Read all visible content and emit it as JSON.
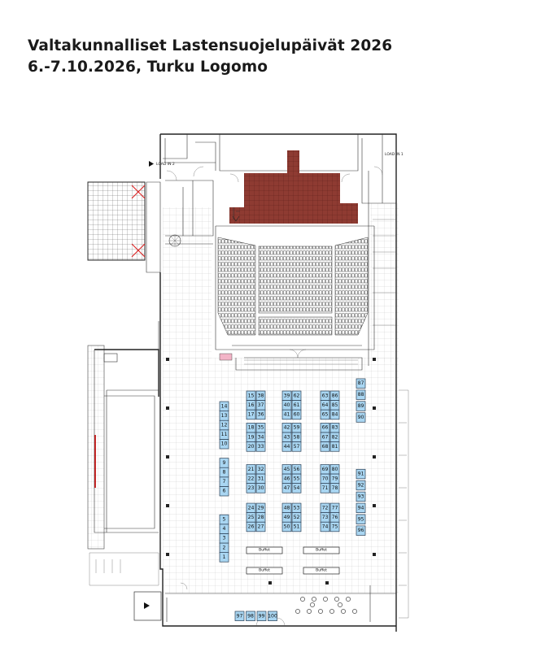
{
  "header": {
    "title": "Valtakunnalliset Lastensuojelupäivät 2026",
    "subtitle": "6.-7.10.2026, Turku Logomo"
  },
  "map_labels": {
    "load_in_2": "LOAD IN 2",
    "load_in_1": "LOAD IN 1"
  },
  "buffets": [
    "Buffet",
    "Buffet",
    "Buffet",
    "Buffet"
  ],
  "booths": [
    {
      "id": "1",
      "col": "A",
      "row": 20
    },
    {
      "id": "2",
      "col": "A",
      "row": 19
    },
    {
      "id": "3",
      "col": "A",
      "row": 18
    },
    {
      "id": "4",
      "col": "A",
      "row": 17
    },
    {
      "id": "5",
      "col": "A",
      "row": 16
    },
    {
      "id": "6",
      "col": "A",
      "row": 13
    },
    {
      "id": "7",
      "col": "A",
      "row": 12
    },
    {
      "id": "8",
      "col": "A",
      "row": 11
    },
    {
      "id": "9",
      "col": "A",
      "row": 10
    },
    {
      "id": "10",
      "col": "A",
      "row": 8
    },
    {
      "id": "11",
      "col": "A",
      "row": 7
    },
    {
      "id": "12",
      "col": "A",
      "row": 6
    },
    {
      "id": "13",
      "col": "A",
      "row": 5
    },
    {
      "id": "14",
      "col": "A",
      "row": 4
    }
  ]
}
